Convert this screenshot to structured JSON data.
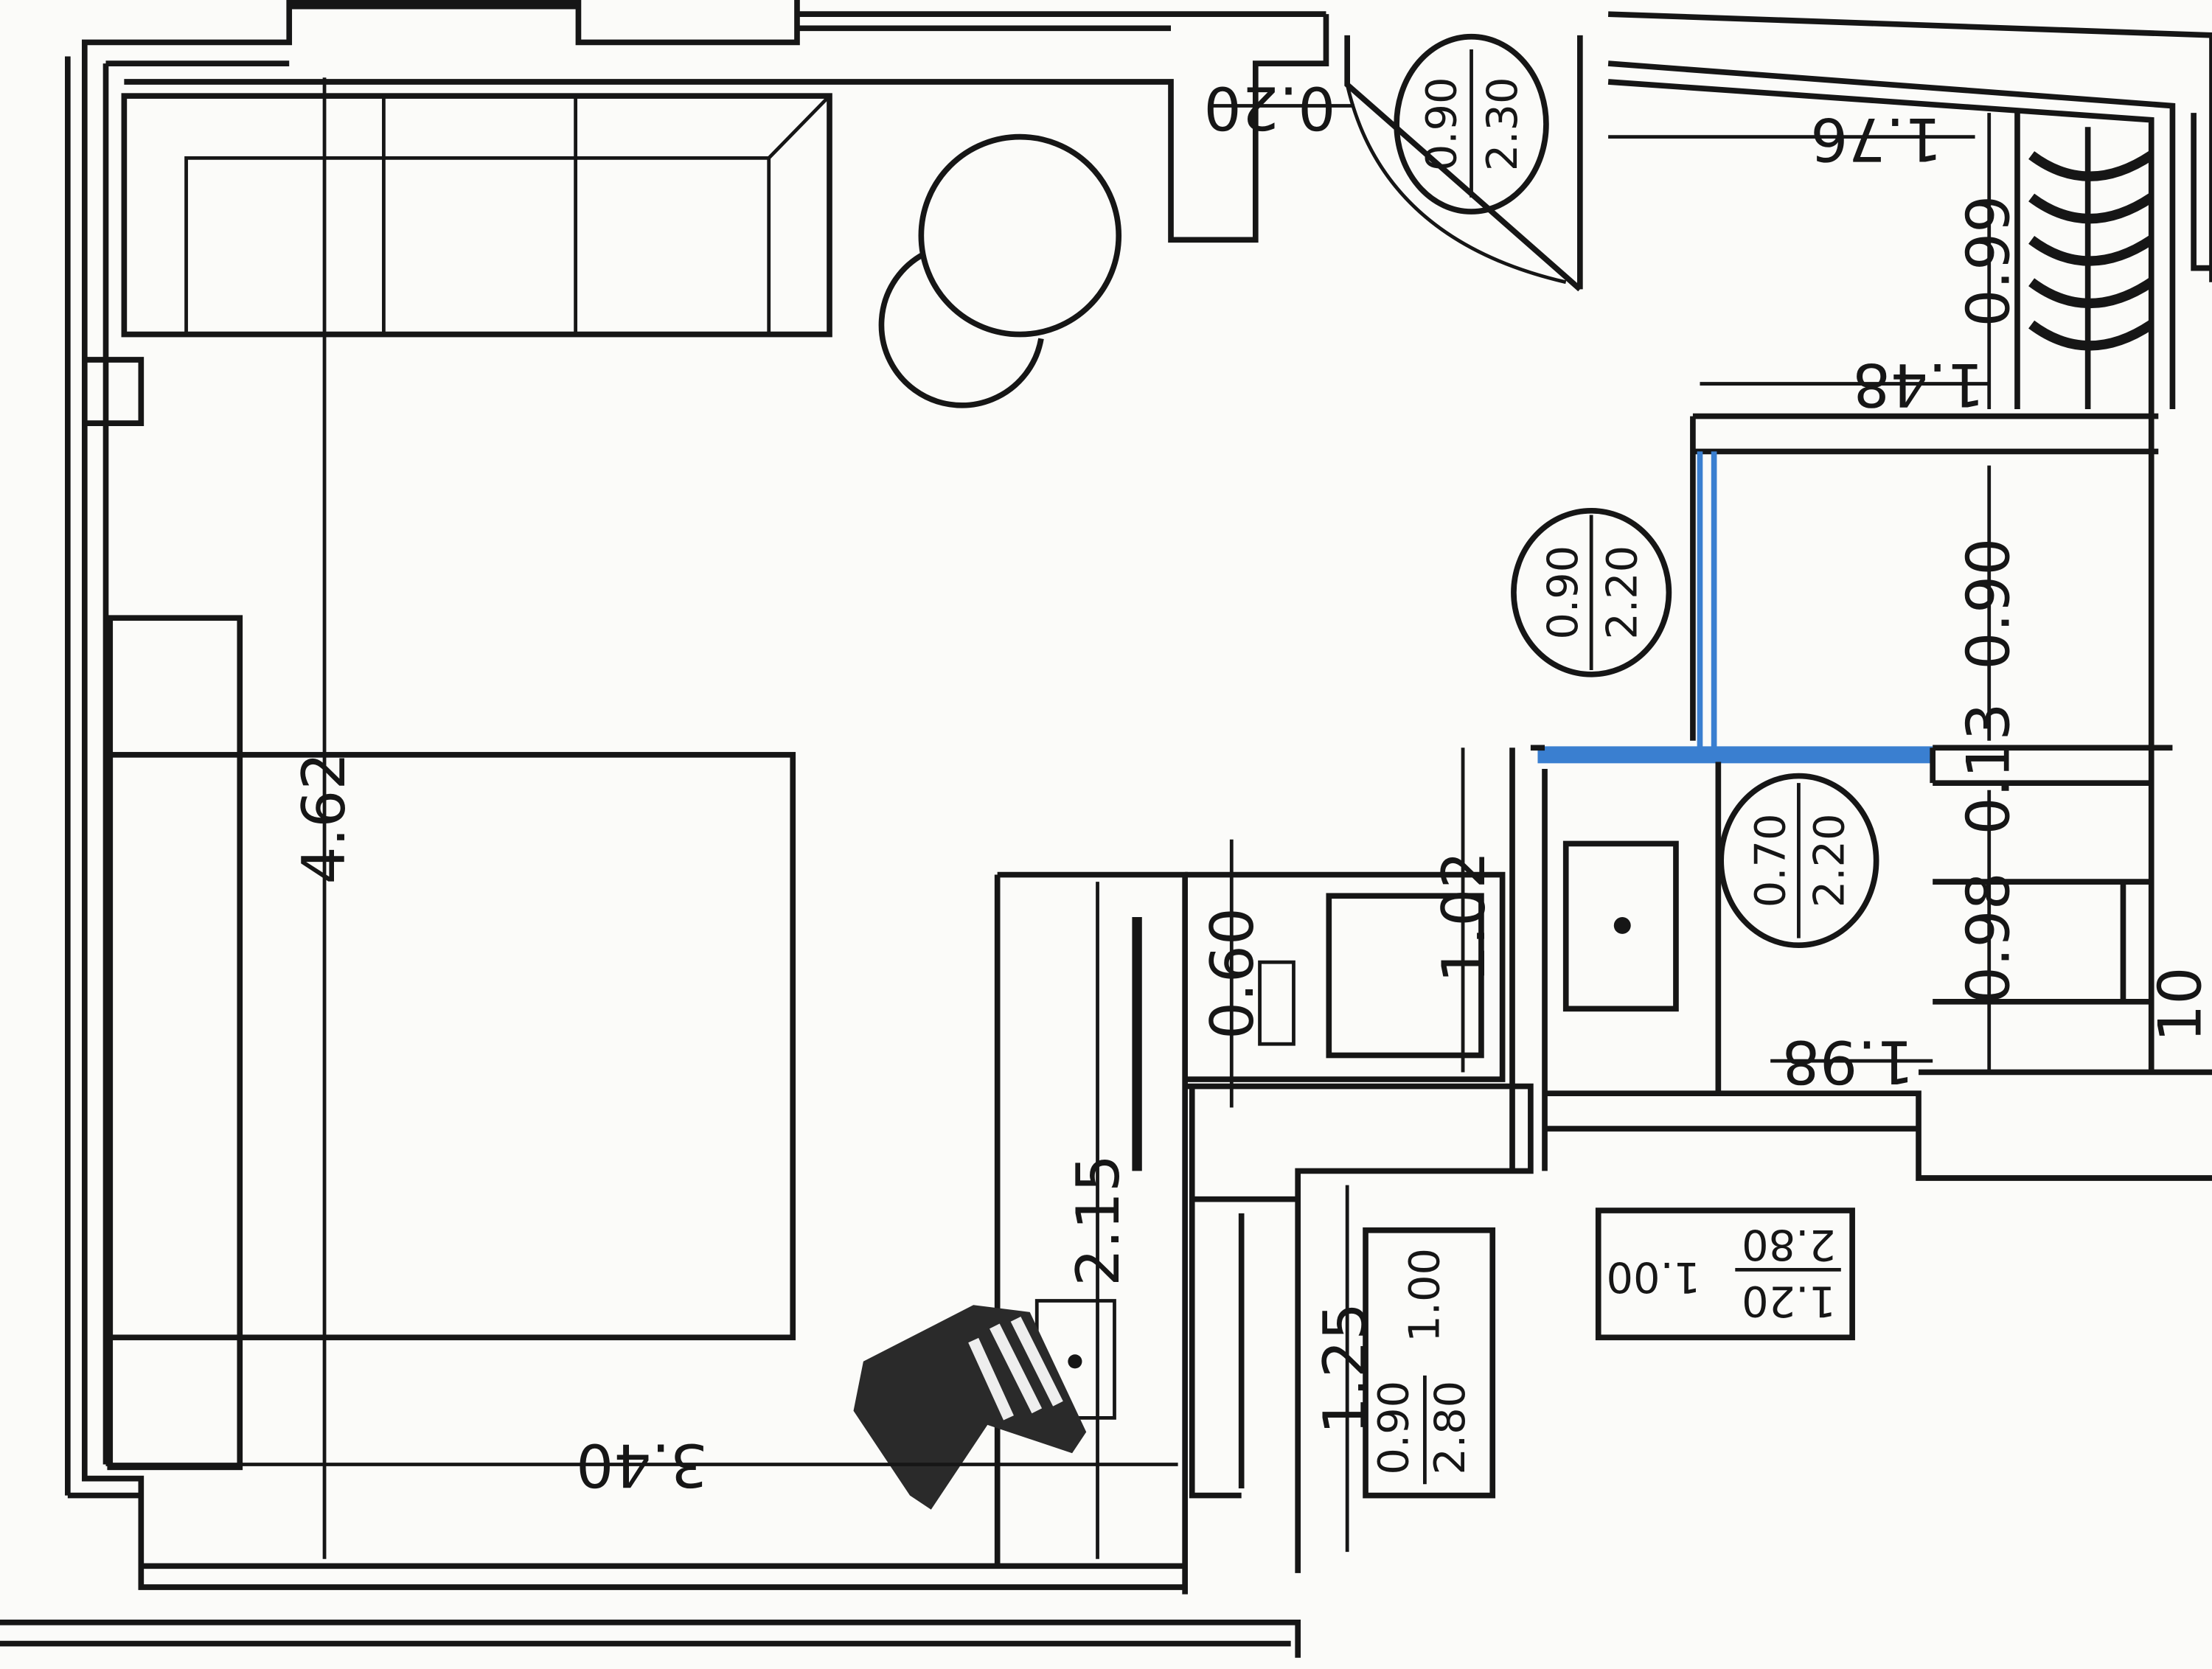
{
  "colors": {
    "ink": "#161616",
    "paper": "#fbfbf9",
    "highlight": "#3a7fd0"
  },
  "doors": [
    {
      "width": "0.90",
      "height": "2.30"
    },
    {
      "width": "0.90",
      "height": "2.20"
    },
    {
      "width": "0.70",
      "height": "2.20"
    }
  ],
  "windows": [
    {
      "width": "0.90",
      "height": "2.80",
      "sill": "1.00"
    },
    {
      "width": "1.20",
      "height": "2.80",
      "sill": "1.00"
    }
  ],
  "dimensions": {
    "d462": "4.62",
    "d340": "3.40",
    "d215": "2.15",
    "d060": "0.60",
    "d102": "1.02",
    "d125": "1.25",
    "d176": "1.76",
    "d099": "0.99",
    "d148": "1.48",
    "d090": "0.90",
    "d013": "0.13",
    "d098": "0.98",
    "d198": "1.98",
    "d020": "0.20",
    "edge": "10"
  }
}
